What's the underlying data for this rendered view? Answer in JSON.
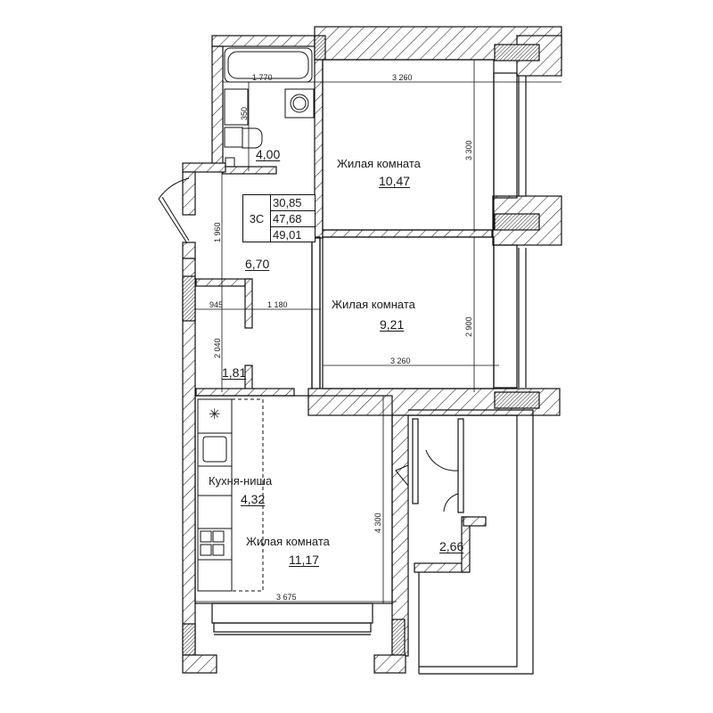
{
  "plan": {
    "apartment_type": "3С",
    "summary_areas": [
      "30,85",
      "47,68",
      "49,01"
    ]
  },
  "rooms": {
    "bathroom": {
      "area": "4,00"
    },
    "hallway": {
      "area": "6,70"
    },
    "storage": {
      "area": "1,81"
    },
    "living_room_1": {
      "name": "Жилая комната",
      "area": "10,47"
    },
    "living_room_2": {
      "name": "Жилая комната",
      "area": "9,21"
    },
    "kitchen_niche": {
      "name": "Кухня-ниша",
      "area": "4,32"
    },
    "living_room_3": {
      "name": "Жилая комната",
      "area": "11,17"
    },
    "loggia": {
      "area": "2,66"
    }
  },
  "dimensions": {
    "bath_width": "1 770",
    "sink_width": "350",
    "room1_width": "3 260",
    "room1_depth": "3 300",
    "hall_depth": "1 960",
    "storage_width": "945",
    "hall_width": "1 180",
    "storage_depth": "2 040",
    "room2_width": "3 260",
    "room2_depth": "2 900",
    "room3_width": "3 675",
    "room3_depth": "4 300"
  },
  "colors": {
    "wall": "#111111",
    "hatch": "#333333",
    "background": "#ffffff"
  }
}
